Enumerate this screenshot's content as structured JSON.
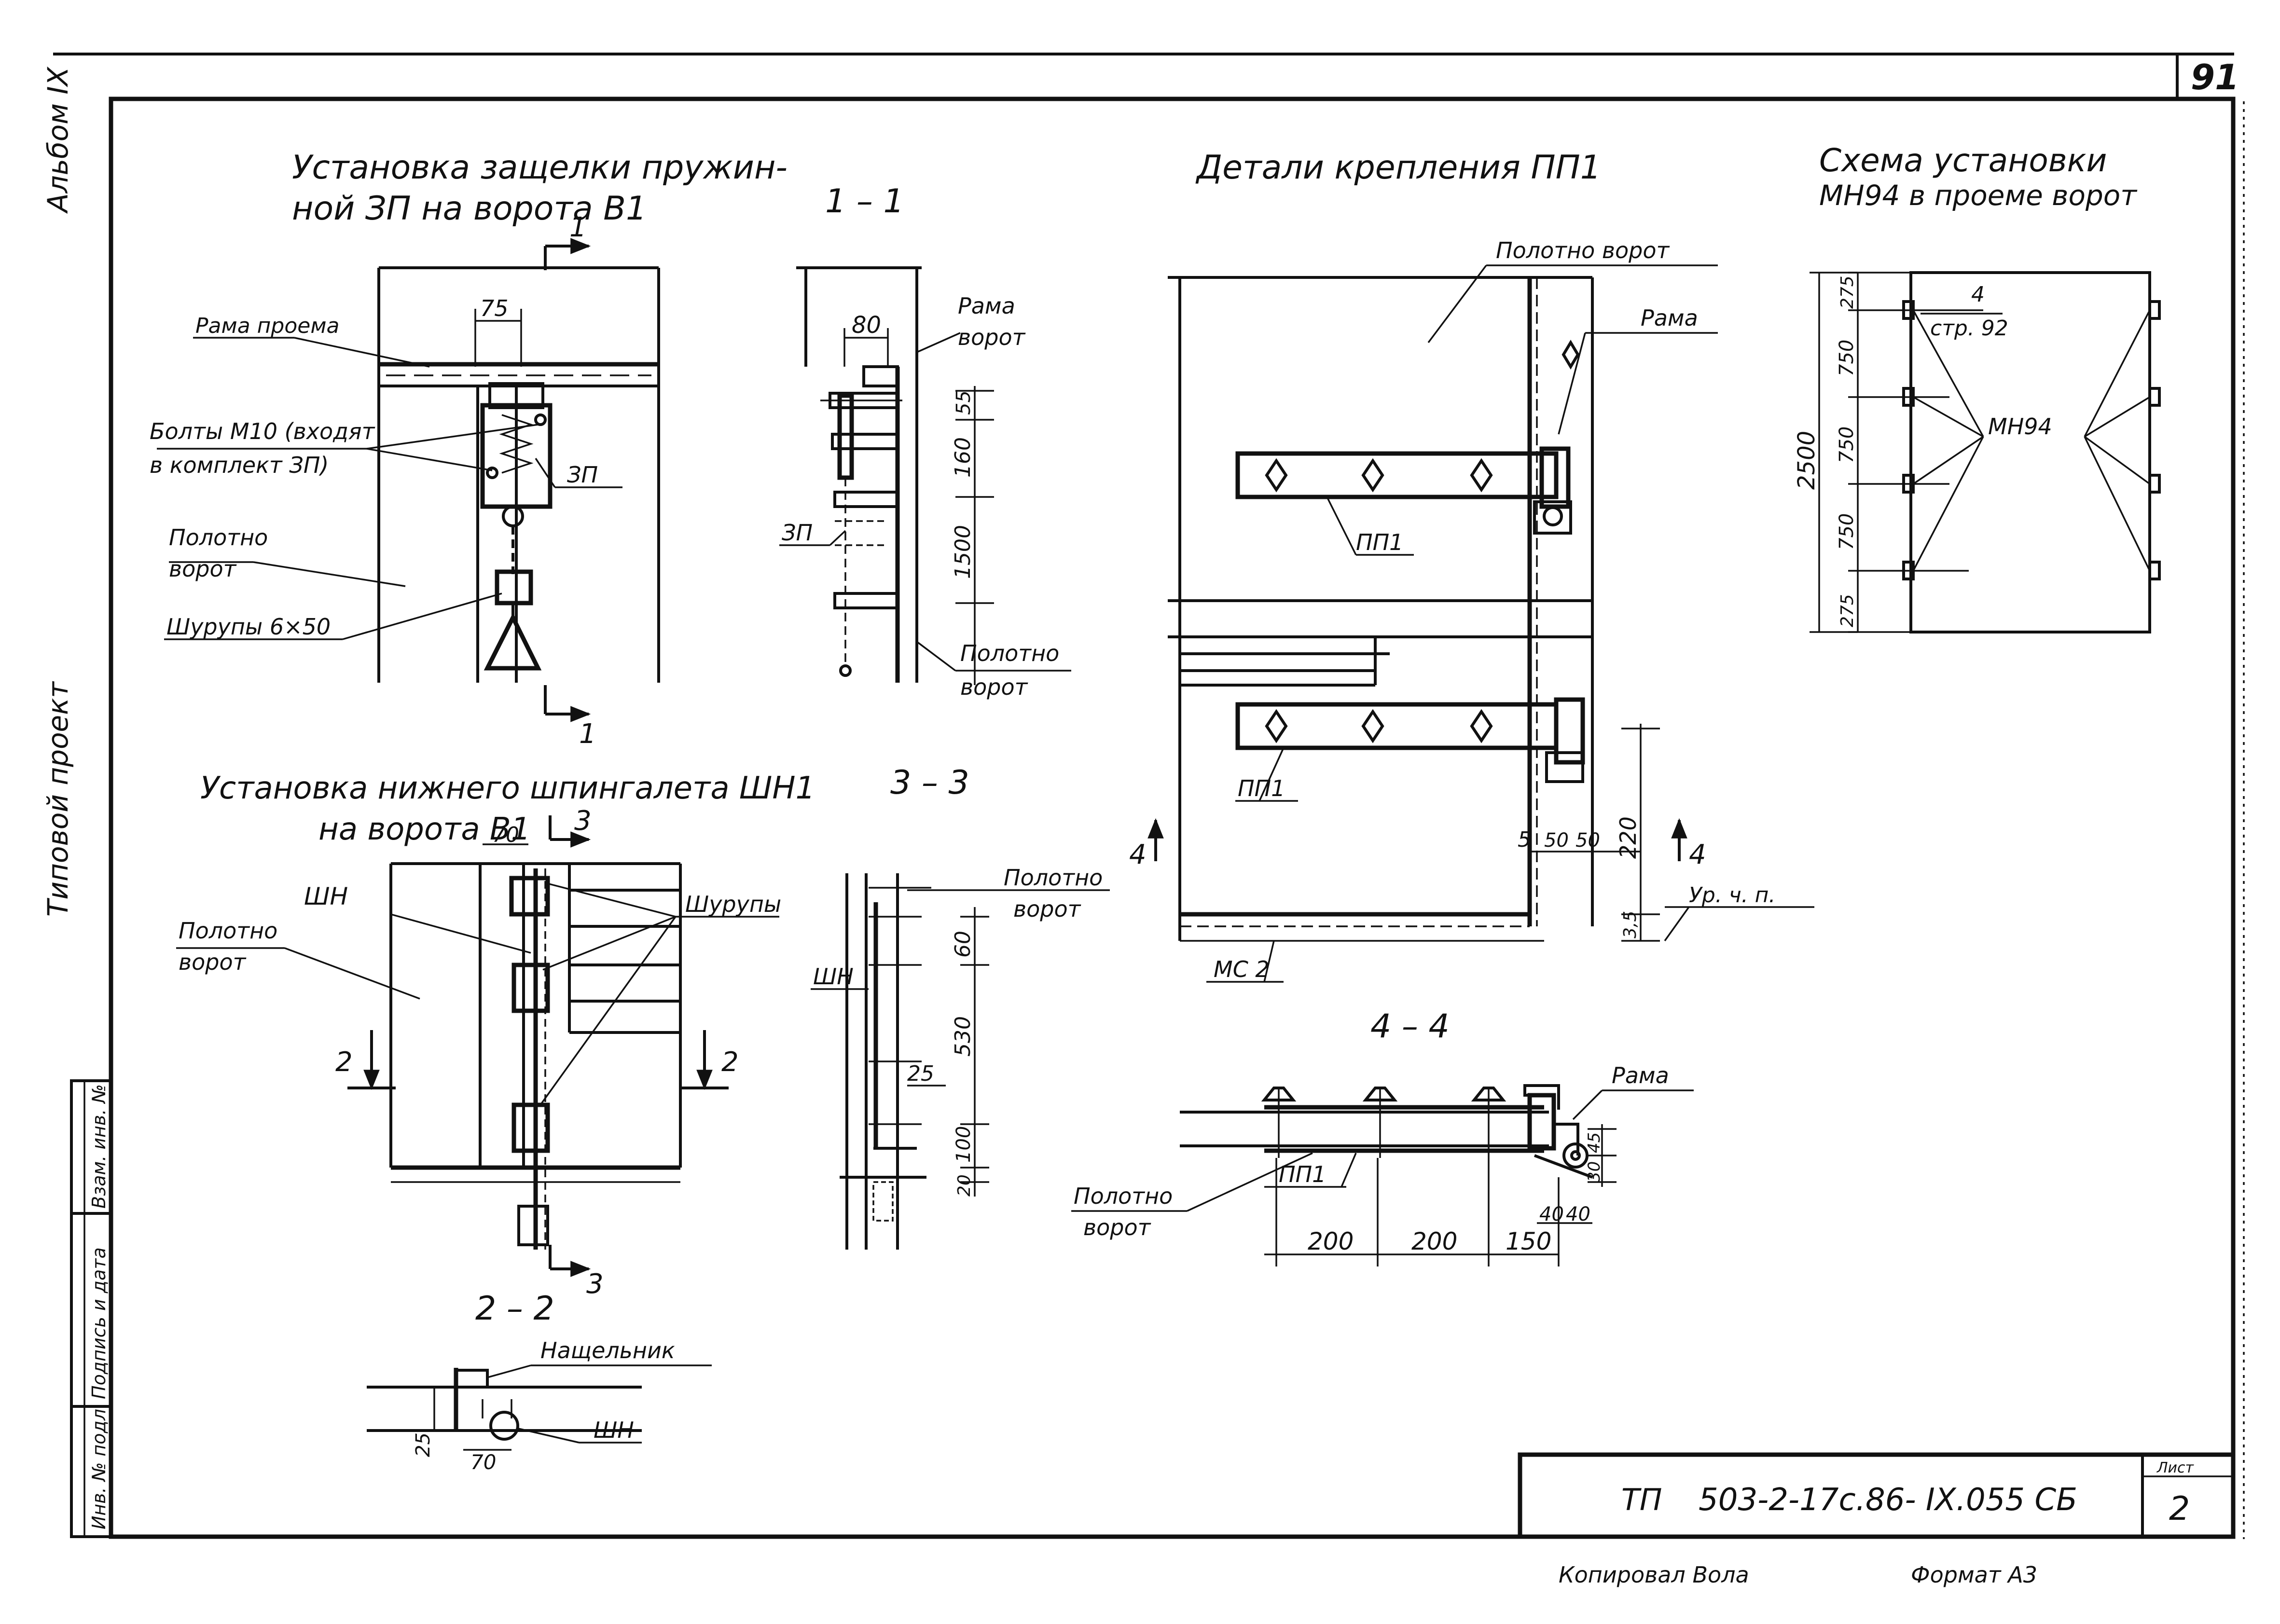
{
  "sheet": {
    "page_number": "91",
    "album": "Альбом IX",
    "project_type": "Типовой проект",
    "sheet_label": "Лист",
    "sheet_number": "2",
    "doc_code_prefix": "ТП",
    "doc_code": "503-2-17с.86- IX.055 СБ",
    "copied_by": "Копировал Вола",
    "format": "Формат А3",
    "stamp_columns": [
      "Инв. № подл.",
      "Подпись и дата",
      "Взам. инв. №"
    ]
  },
  "view_latch": {
    "title_line1": "Установка защелки пружин-",
    "title_line2": "ной ЗП на ворота В1",
    "cut_mark": "1",
    "dim_75": "75",
    "label_frame": "Рама проема",
    "label_bolts_line1": "Болты М10 (входят",
    "label_bolts_line2": "в комплект ЗП)",
    "label_zp": "ЗП",
    "label_leaf_line1": "Полотно",
    "label_leaf_line2": "ворот",
    "label_screws": "Шурупы 6×50"
  },
  "section_1_1": {
    "title": "1 – 1",
    "dim_80": "80",
    "label_frame_line1": "Рама",
    "label_frame_line2": "ворот",
    "dim_55": "55",
    "dim_160": "160",
    "dim_1500": "1500",
    "label_zp": "ЗП",
    "label_leaf_line1": "Полотно",
    "label_leaf_line2": "ворот"
  },
  "view_bolt": {
    "title_line1": "Установка нижнего шпингалета ШН1",
    "title_line2": "на ворота В1",
    "dim_70": "70",
    "cut_mark": "3",
    "label_sh": "ШН",
    "label_screws": "Шурупы",
    "label_leaf_line1": "Полотно",
    "label_leaf_line2": "ворот",
    "cut_mark_2": "2"
  },
  "section_3_3": {
    "title": "3 – 3",
    "label_leaf_line1": "Полотно",
    "label_leaf_line2": "ворот",
    "label_sh": "ШН",
    "dim_60": "60",
    "dim_530": "530",
    "dim_25": "25",
    "dim_100": "100",
    "dim_20": "20"
  },
  "section_2_2": {
    "title": "2 – 2",
    "label_cover": "Нащельник",
    "label_sh": "ШН",
    "dim_25": "25",
    "dim_70": "70"
  },
  "view_pp1": {
    "title": "Детали крепления ПП1",
    "label_leaf": "Полотно ворот",
    "label_frame": "Рама",
    "label_pp1": "ПП1",
    "label_pp1_b": "ПП1",
    "cut_mark": "4",
    "dim_5": "5",
    "dim_50a": "50",
    "dim_50b": "50",
    "dim_220": "220",
    "dim_35": "3,5",
    "label_level": "Ур. ч. п.",
    "label_mc2": "МС 2"
  },
  "section_4_4": {
    "title": "4 – 4",
    "label_frame": "Рама",
    "label_pp1": "ПП1",
    "label_leaf_line1": "Полотно",
    "label_leaf_line2": "ворот",
    "dim_200a": "200",
    "dim_200b": "200",
    "dim_150": "150",
    "dim_40a": "40",
    "dim_40b": "40",
    "dim_30": "30",
    "dim_45": "45"
  },
  "scheme_mn94": {
    "title_line1": "Схема установки",
    "title_line2": "МН94 в проеме ворот",
    "ref_top": "4",
    "ref_bottom": "стр. 92",
    "label_mn94": "МН94",
    "dim_2500": "2500",
    "dim_275a": "275",
    "dim_750a": "750",
    "dim_750b": "750",
    "dim_750c": "750",
    "dim_275b": "275"
  }
}
